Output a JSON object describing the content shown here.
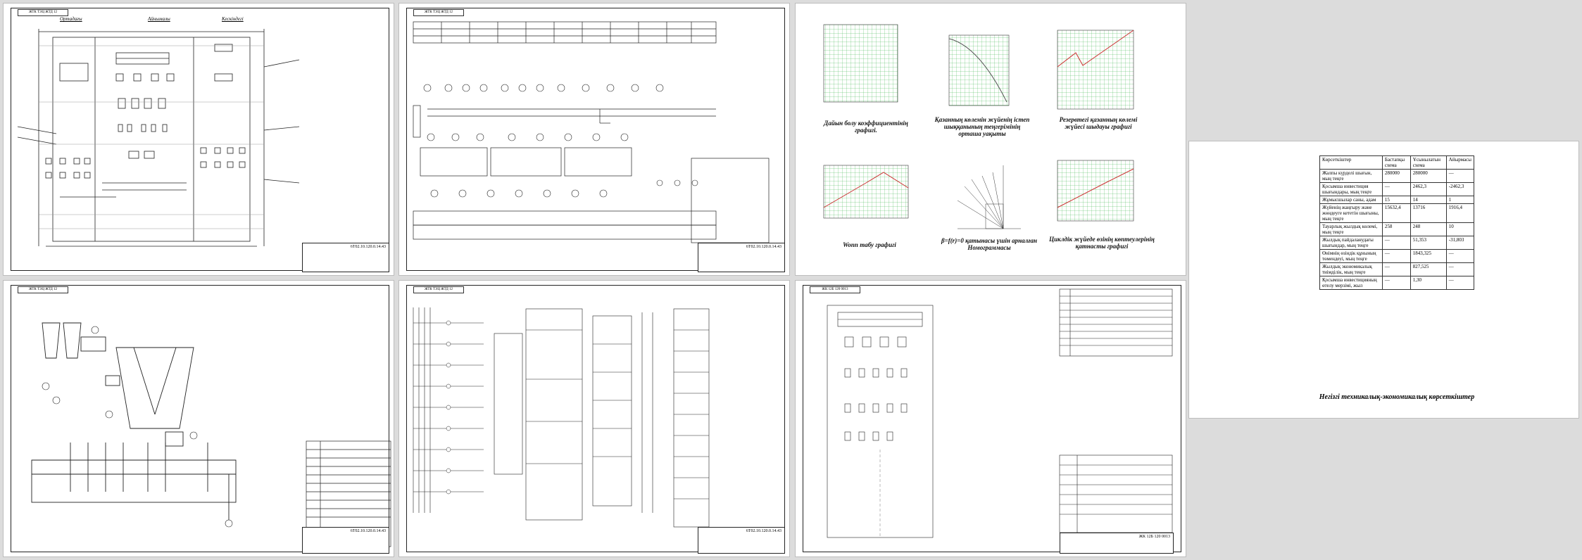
{
  "sheets": {
    "layout": {
      "stamp": "ЖТК ТЭЦ ЖТД 12",
      "col_left": "Ортадағы",
      "col_mid": "Айнымалы",
      "col_right": "Кескіндегі",
      "code": "6Т02.10.120.0.14.43"
    },
    "scheme": {
      "stamp": "ЖТК ТЭЦ ЖТД 12",
      "code": "6Т02.10.120.0.14.43"
    },
    "tech": {
      "stamp": "ЖТК ТЭЦ ЖТД 12",
      "code": "6Т02.10.120.0.14.43"
    },
    "wiring": {
      "stamp": "ЖТК ТЭЦ ЖТД 12",
      "code": "6Т02.10.120.0.14.43"
    },
    "panel": {
      "stamp": "ЖК 12Б 120 0013",
      "code": "ЖК 12Б 120 0013"
    }
  },
  "graphs": {
    "titles": [
      "Дайын болу коэффициентінің графигі.",
      "Қазанның көлемін жүйенің істеп шыққанының теңгерімінің орташа уақыты",
      "Резервтегі қазанның көлемі жүйесі шыдауы графигі",
      "Wonn табу графигі",
      "β=f(r)=0 қатынасы үшін арналған Номограммасы",
      "Циклдік жүйеде өзінің көптеулерінің қатнасты графигі"
    ]
  },
  "indicators": {
    "headers": [
      "Көрсеткіштер",
      "Бастапқы схема",
      "Ұсынылатын схема",
      "Айырмасы"
    ],
    "rows": [
      [
        "Жалпы күрделі шығын, мың теңге",
        "280000",
        "280000",
        "—"
      ],
      [
        "Қосымша инвестиция шығындары, мың теңге",
        "—",
        "2462,3",
        "-2462,3"
      ],
      [
        "Жұмысшылар саны, адам",
        "15",
        "14",
        "1"
      ],
      [
        "Жүйенің жаңғыру және жөндеуге кететін шығыны, мың теңге",
        "15632,4",
        "13716",
        "1916,4"
      ],
      [
        "Тауарлық жылдық көлемі, мың теңге",
        "258",
        "248",
        "10"
      ],
      [
        "Жылдық пайдаланудағы шығындар, мың теңге",
        "—",
        "51,353",
        "-31,803"
      ],
      [
        "Өнімнің өзіндік құнының төмендеуі, мың теңге",
        "—",
        "1843,325",
        "—"
      ],
      [
        "Жылдық экономикалық тиімділік, мың теңге",
        "—",
        "827,525",
        "—"
      ],
      [
        "Қосымша инвестицияның өтелу мерзімі, жыл",
        "—",
        "1,30",
        "—"
      ]
    ],
    "caption": "Негізгі техникалық-экономикалық көрсеткіштер"
  }
}
